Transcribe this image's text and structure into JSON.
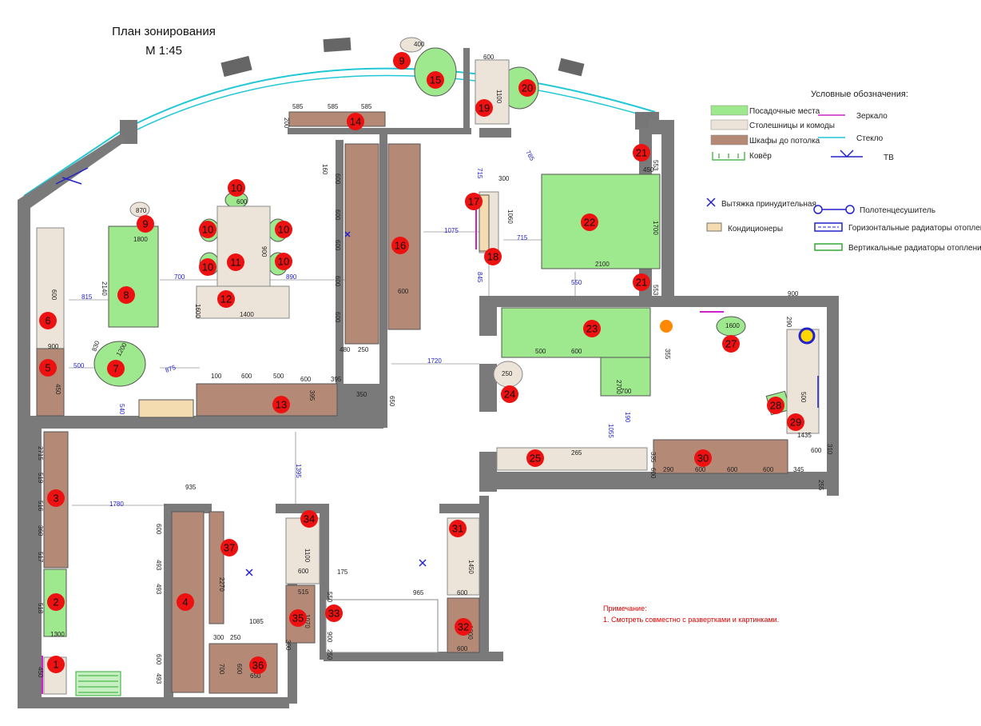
{
  "title": {
    "line1": "План зонирования",
    "line2": "М 1:45"
  },
  "legend": {
    "heading": "Условные обозначения:",
    "items": [
      {
        "label": "Посадочные места",
        "color": "#9ee88e",
        "kind": "seating"
      },
      {
        "label": "Столешницы и комоды",
        "color": "#ece4d8",
        "kind": "counter"
      },
      {
        "label": "Шкафы до потолка",
        "color": "#b48a76",
        "kind": "cabinet"
      },
      {
        "label": "Ковёр",
        "color": "#33aa33",
        "kind": "carpet"
      },
      {
        "label": "Зеркало",
        "color": "#cc22cc",
        "kind": "mirror"
      },
      {
        "label": "Стекло",
        "color": "#22c7d6",
        "kind": "glass"
      },
      {
        "label": "ТВ",
        "color": "#2222cc",
        "kind": "tv"
      },
      {
        "label": "Вытяжка принудительная",
        "color": "#2222cc",
        "kind": "fan"
      },
      {
        "label": "Кондиционеры",
        "color": "#f5dcb0",
        "kind": "ac"
      },
      {
        "label": "Полотенцесушитель",
        "color": "#2222cc",
        "kind": "towel"
      },
      {
        "label": "Горизонтальные радиаторы отопления",
        "color": "#2222cc",
        "kind": "hrad"
      },
      {
        "label": "Вертикальные радиаторы отопления",
        "color": "#33aa33",
        "kind": "vrad"
      }
    ]
  },
  "note": {
    "heading": "Примечание:",
    "text": "1. Смотреть совместно с развертками и картинками."
  },
  "markers": [
    {
      "n": "1"
    },
    {
      "n": "2"
    },
    {
      "n": "3"
    },
    {
      "n": "4"
    },
    {
      "n": "5"
    },
    {
      "n": "6"
    },
    {
      "n": "7"
    },
    {
      "n": "8"
    },
    {
      "n": "9"
    },
    {
      "n": "9"
    },
    {
      "n": "10"
    },
    {
      "n": "10"
    },
    {
      "n": "10"
    },
    {
      "n": "10"
    },
    {
      "n": "10"
    },
    {
      "n": "11"
    },
    {
      "n": "12"
    },
    {
      "n": "13"
    },
    {
      "n": "14"
    },
    {
      "n": "15"
    },
    {
      "n": "16"
    },
    {
      "n": "17"
    },
    {
      "n": "18"
    },
    {
      "n": "19"
    },
    {
      "n": "20"
    },
    {
      "n": "21"
    },
    {
      "n": "21"
    },
    {
      "n": "22"
    },
    {
      "n": "23"
    },
    {
      "n": "24"
    },
    {
      "n": "25"
    },
    {
      "n": "27"
    },
    {
      "n": "28"
    },
    {
      "n": "29"
    },
    {
      "n": "30"
    },
    {
      "n": "31"
    },
    {
      "n": "32"
    },
    {
      "n": "33"
    },
    {
      "n": "34"
    },
    {
      "n": "35"
    },
    {
      "n": "36"
    },
    {
      "n": "37"
    }
  ],
  "dims_black": [
    "585",
    "585",
    "585",
    "200",
    "600",
    "1100",
    "300",
    "1060",
    "450",
    "553",
    "1700",
    "2100",
    "553",
    "160",
    "600",
    "600",
    "600",
    "600",
    "600",
    "600",
    "600",
    "900",
    "1400",
    "1600",
    "600",
    "2140",
    "1800",
    "900",
    "450",
    "1200",
    "830",
    "870",
    "400",
    "480",
    "250",
    "350",
    "650",
    "100",
    "600",
    "500",
    "600",
    "395",
    "395",
    "250",
    "500",
    "600",
    "2700",
    "700",
    "900",
    "290",
    "355",
    "1600",
    "500",
    "1435",
    "600",
    "310",
    "255",
    "345",
    "290",
    "600",
    "600",
    "600",
    "600",
    "335",
    "265",
    "2715",
    "519",
    "516",
    "360",
    "517",
    "518",
    "1300",
    "450",
    "935",
    "600",
    "493",
    "493",
    "600",
    "493",
    "2270",
    "1085",
    "300",
    "250",
    "700",
    "600",
    "650",
    "1100",
    "600",
    "515",
    "1070",
    "175",
    "550",
    "900",
    "250",
    "965",
    "1450",
    "600",
    "1000",
    "600",
    "300",
    "600"
  ],
  "dims_blue": [
    "815",
    "700",
    "890",
    "500",
    "875",
    "540",
    "1075",
    "715",
    "845",
    "550",
    "785",
    "715",
    "1720",
    "1395",
    "1780",
    "1055",
    "190"
  ]
}
